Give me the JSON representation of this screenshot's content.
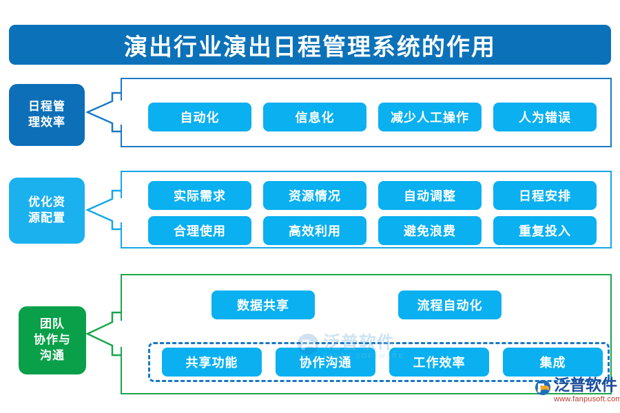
{
  "header": {
    "title": "演出行业演出日程管理系统的作用",
    "bg_color": "#0b72b9",
    "text_color": "#ffffff"
  },
  "sections": [
    {
      "id": "schedule-efficiency",
      "label": "日程管理效率",
      "label_lines": [
        "日程管",
        "理效率"
      ],
      "label_color": "#0d6fb8",
      "panel_color": "#1878c4",
      "rows": [
        [
          "自动化",
          "信息化",
          "减少人工操作",
          "人为错误"
        ]
      ]
    },
    {
      "id": "optimize-resources",
      "label": "优化资源配置",
      "label_lines": [
        "优化资",
        "源配置"
      ],
      "label_color": "#1bb0ee",
      "panel_color": "#12a7e8",
      "rows": [
        [
          "实际需求",
          "资源情况",
          "自动调整",
          "日程安排"
        ],
        [
          "合理使用",
          "高效利用",
          "避免浪费",
          "重复投入"
        ]
      ]
    },
    {
      "id": "team-collaboration",
      "label": "团队协作与沟通",
      "label_lines": [
        "团队",
        "协作与",
        "沟通"
      ],
      "label_color": "#0aa04a",
      "panel_color": "#17a54b",
      "rows": [
        [
          "数据共享",
          "流程自动化"
        ],
        [
          "共享功能",
          "协作沟通",
          "工作效率",
          "集成"
        ]
      ],
      "dashed_group_color": "#1878c4"
    }
  ],
  "pill_color": "#0ab0f0",
  "watermarks": {
    "center": {
      "cn": "泛普软件",
      "en": "FANPU SOFTWARE"
    },
    "corner": {
      "cn": "泛普软件",
      "url": "www.fanpusoft.com"
    }
  }
}
